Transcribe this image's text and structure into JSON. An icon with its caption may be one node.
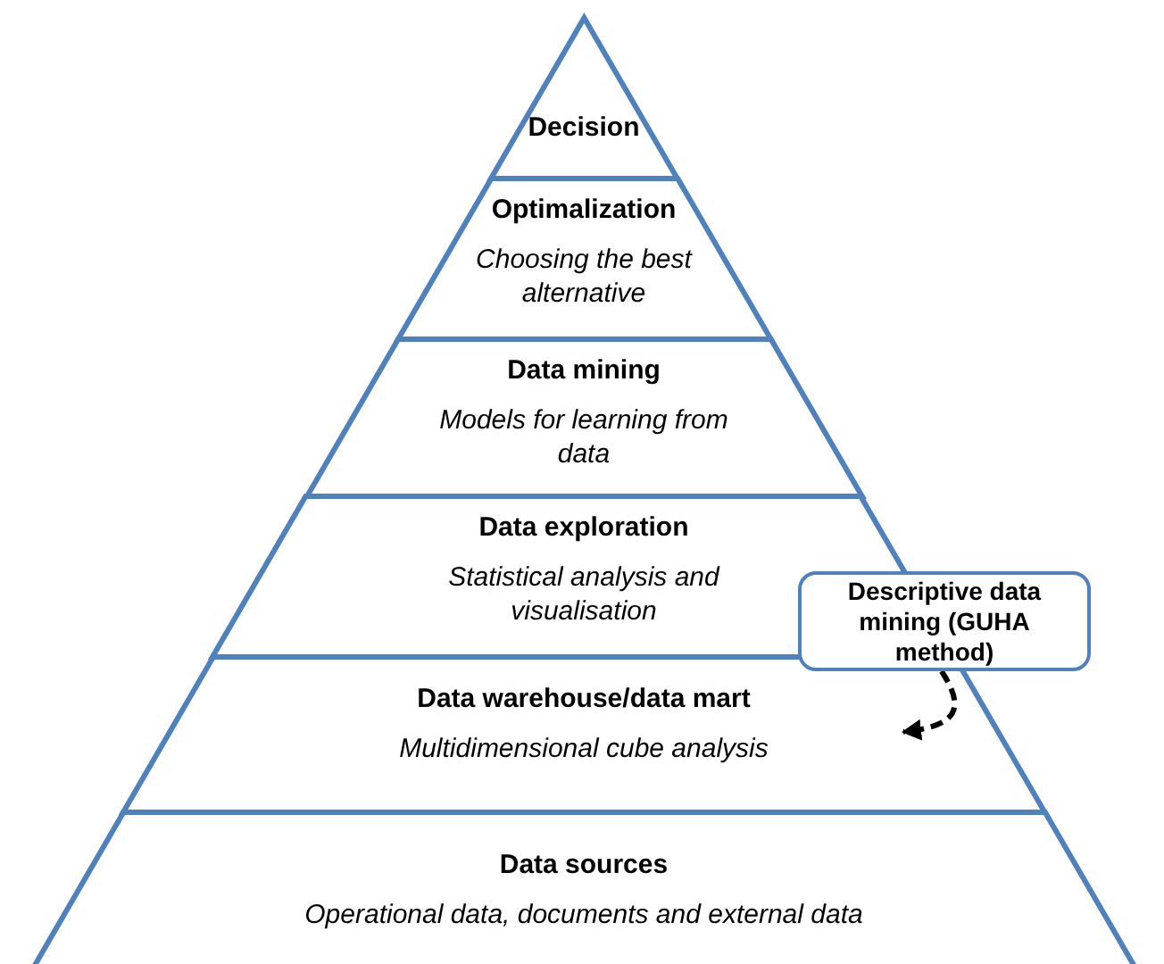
{
  "diagram": {
    "nodes": [
      {
        "text": [
          "Decision"
        ]
      },
      {
        "text": [
          "Optimalization",
          "Choosing the best alternative"
        ]
      },
      {
        "text": [
          "Data mining",
          "Models for learning from data"
        ]
      },
      {
        "text": [
          "Data exploration",
          "Statistical analysis and visualisation"
        ]
      },
      {
        "text": [
          "Data warehouse/data mart",
          "Multidimensional cube analysis"
        ]
      },
      {
        "text": [
          "Data sources",
          "Operational data, documents and external data"
        ]
      },
      {
        "text": [
          "Descriptive data mining (GUHA method)"
        ]
      }
    ],
    "edges": [
      {
        "from": 6,
        "to": 4,
        "arrow": "to",
        "style": "dashed"
      }
    ]
  }
}
